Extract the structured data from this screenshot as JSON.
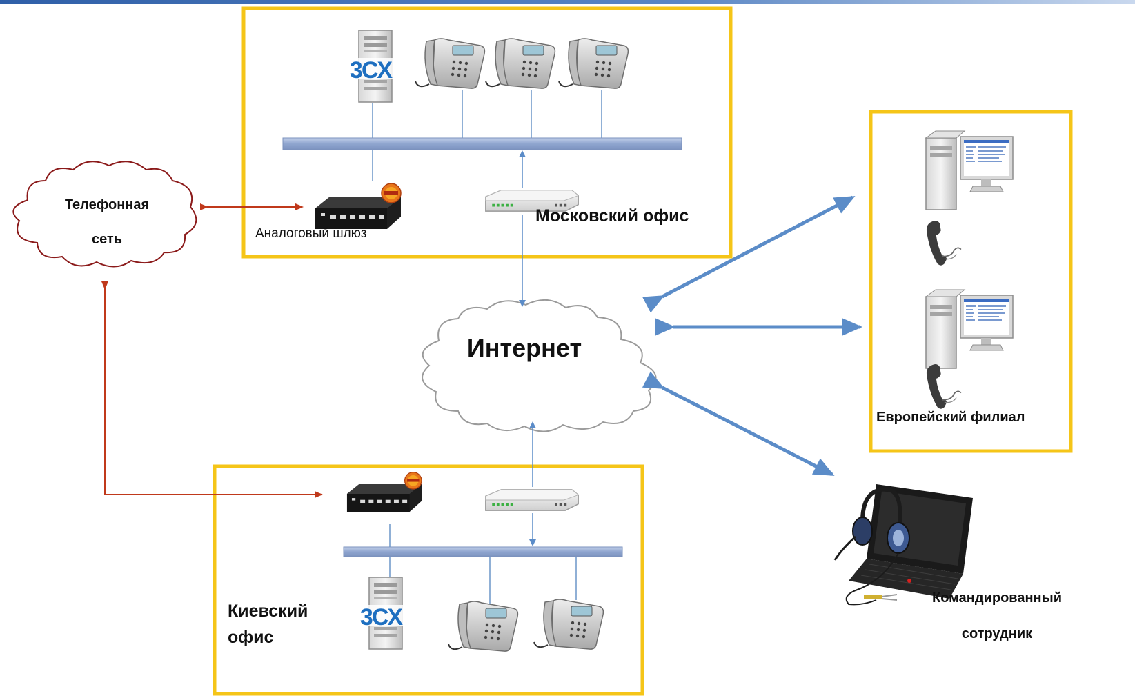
{
  "colors": {
    "office_frame": "#F5C518",
    "bus": "#9DB3D6",
    "link_blue": "#5B8CC8",
    "link_red": "#C0391B",
    "cloud_pstn": "#8B1A1A",
    "cloud_internet": "#9A9A9A"
  },
  "icons": {
    "pbx": "3cx-server-icon",
    "phone": "desk-phone-icon",
    "gateway": "analog-gateway-icon",
    "router": "router-icon",
    "workstation": "workstation-icon",
    "handset": "handset-icon",
    "laptop": "laptop-with-headset-icon"
  },
  "pbx_logo_text": "3CX",
  "pstn_cloud": {
    "line1": "Телефонная",
    "line2": "сеть"
  },
  "internet_cloud": {
    "label": "Интернет"
  },
  "moscow_office": {
    "label": "Московский офис",
    "gateway_label": "Аналоговый шлюз"
  },
  "kiev_office": {
    "line1": "Киевский",
    "line2": "офис"
  },
  "european_branch": {
    "label": "Европейский филиал"
  },
  "remote_worker": {
    "line1": "Командированный",
    "line2": "сотрудник"
  }
}
